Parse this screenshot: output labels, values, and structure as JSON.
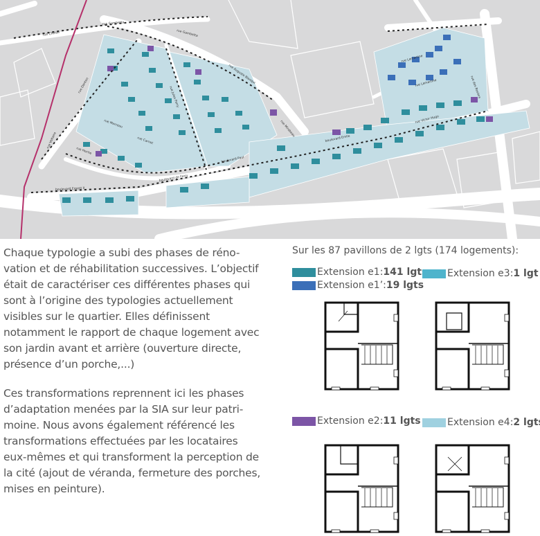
{
  "map": {
    "street_labels": [
      "rue Cheldé",
      "rue Gambetta",
      "rue Gambetta",
      "rue Auguste Blanqui",
      "rue Danton",
      "rue Voltaire",
      "rue Marceau",
      "rue Hoche",
      "rue Jules Ferry",
      "rue Carnot",
      "boulevard Ernest II",
      "boulevard de Ferry",
      "boulevard Paul",
      "boulevard Emile",
      "rue Lamartine",
      "rue Lamartine",
      "rue des Rosiers",
      "rue Victor Hugo",
      "rue Mirabeau"
    ],
    "colors": {
      "background": "#d9d9da",
      "road": "#ffffff",
      "house_light": "#c4dde5",
      "e1": "#2f8e9d",
      "e1_prime": "#3b6fb8",
      "e2": "#7c55a6",
      "e3": "#4fb4cc",
      "e4": "#9fd1e0",
      "boundary": "#b5306a"
    }
  },
  "text": {
    "paragraph1": "Chaque typologie a subi des phases de réno-vation et de réhabilitation successives. L’objectif était de caractériser ces différentes phases qui sont à l’origine des typologies actuellement visibles sur le quartier.  Elles définissent notamment le rapport de chaque logement avec son jardin avant et arrière (ouverture directe, présence d’un porche,...)",
    "paragraph2": "Ces transformations reprennent ici les phases d’adaptation menées par la SIA sur leur patri-moine. Nous avons également référencé  les transformations effectuées par les locataires eux-mêmes et qui transforment la perception de la cité (ajout de véranda, fermeture des porches, mises en peinture)."
  },
  "stats_title": "Sur les 87 pavillons de 2 lgts (174 logements):",
  "legend": [
    {
      "id": "e1",
      "label": "Extension e1: ",
      "count": "141 lgts",
      "color": "#2f8e9d"
    },
    {
      "id": "e1p",
      "label": "Extension e1’: ",
      "count": "19 lgts",
      "color": "#3b6fb8"
    },
    {
      "id": "e3",
      "label": "Extension e3: ",
      "count": "1 lgt",
      "color": "#4fb4cc"
    },
    {
      "id": "e2",
      "label": "Extension e2: ",
      "count": "11 lgts",
      "color": "#7c55a6"
    },
    {
      "id": "e4",
      "label": "Extension e4:",
      "count": "2 lgts",
      "color": "#9fd1e0"
    }
  ]
}
